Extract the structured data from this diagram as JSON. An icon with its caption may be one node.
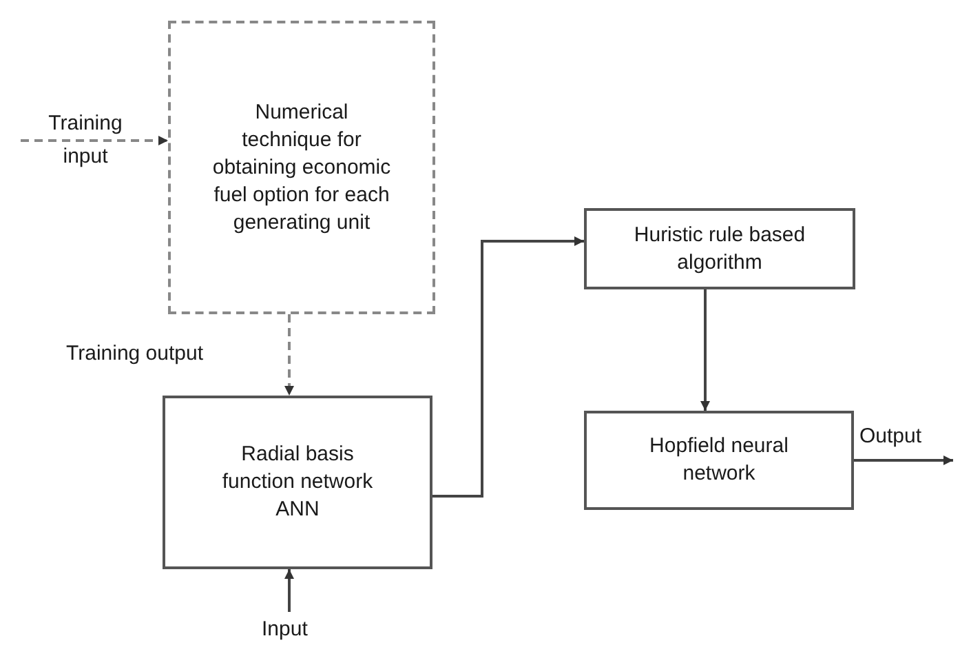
{
  "diagram": {
    "nodes": [
      {
        "text": [
          "Numerical technique for obtaining economic fuel option for each generating unit"
        ]
      },
      {
        "text": [
          "Radial basis function network ANN"
        ]
      },
      {
        "text": [
          "Huristic rule based algorithm"
        ]
      },
      {
        "text": [
          "Hopfield neural network"
        ]
      }
    ],
    "edges": [
      {
        "from": null,
        "to": 0,
        "arrow": "to",
        "label": "Training input",
        "style": "dashed"
      },
      {
        "from": 0,
        "to": 1,
        "arrow": "to",
        "label": "Training output",
        "style": "dashed"
      },
      {
        "from": null,
        "to": 1,
        "arrow": "to",
        "label": "Input"
      },
      {
        "from": 1,
        "to": 2,
        "arrow": "to"
      },
      {
        "from": 2,
        "to": 3,
        "arrow": "to"
      },
      {
        "from": 3,
        "to": null,
        "arrow": "to",
        "label": "Output"
      }
    ]
  }
}
